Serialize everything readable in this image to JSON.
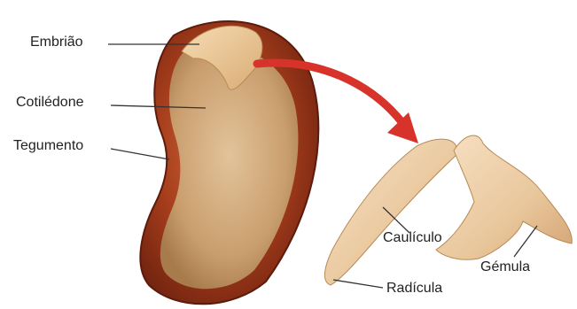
{
  "labels": {
    "embryo": "Embrião",
    "cotyledon": "Cotilédone",
    "seed_coat": "Tegumento",
    "hypocotyl": "Caulículo",
    "radicle": "Radícula",
    "plumule": "Gémula"
  },
  "colors": {
    "seed_coat": "#8a2f16",
    "cotyledon": "#cfa97c",
    "embryo": "#e8c9a0",
    "arrow": "#d8332a",
    "leader_line": "#333333"
  }
}
